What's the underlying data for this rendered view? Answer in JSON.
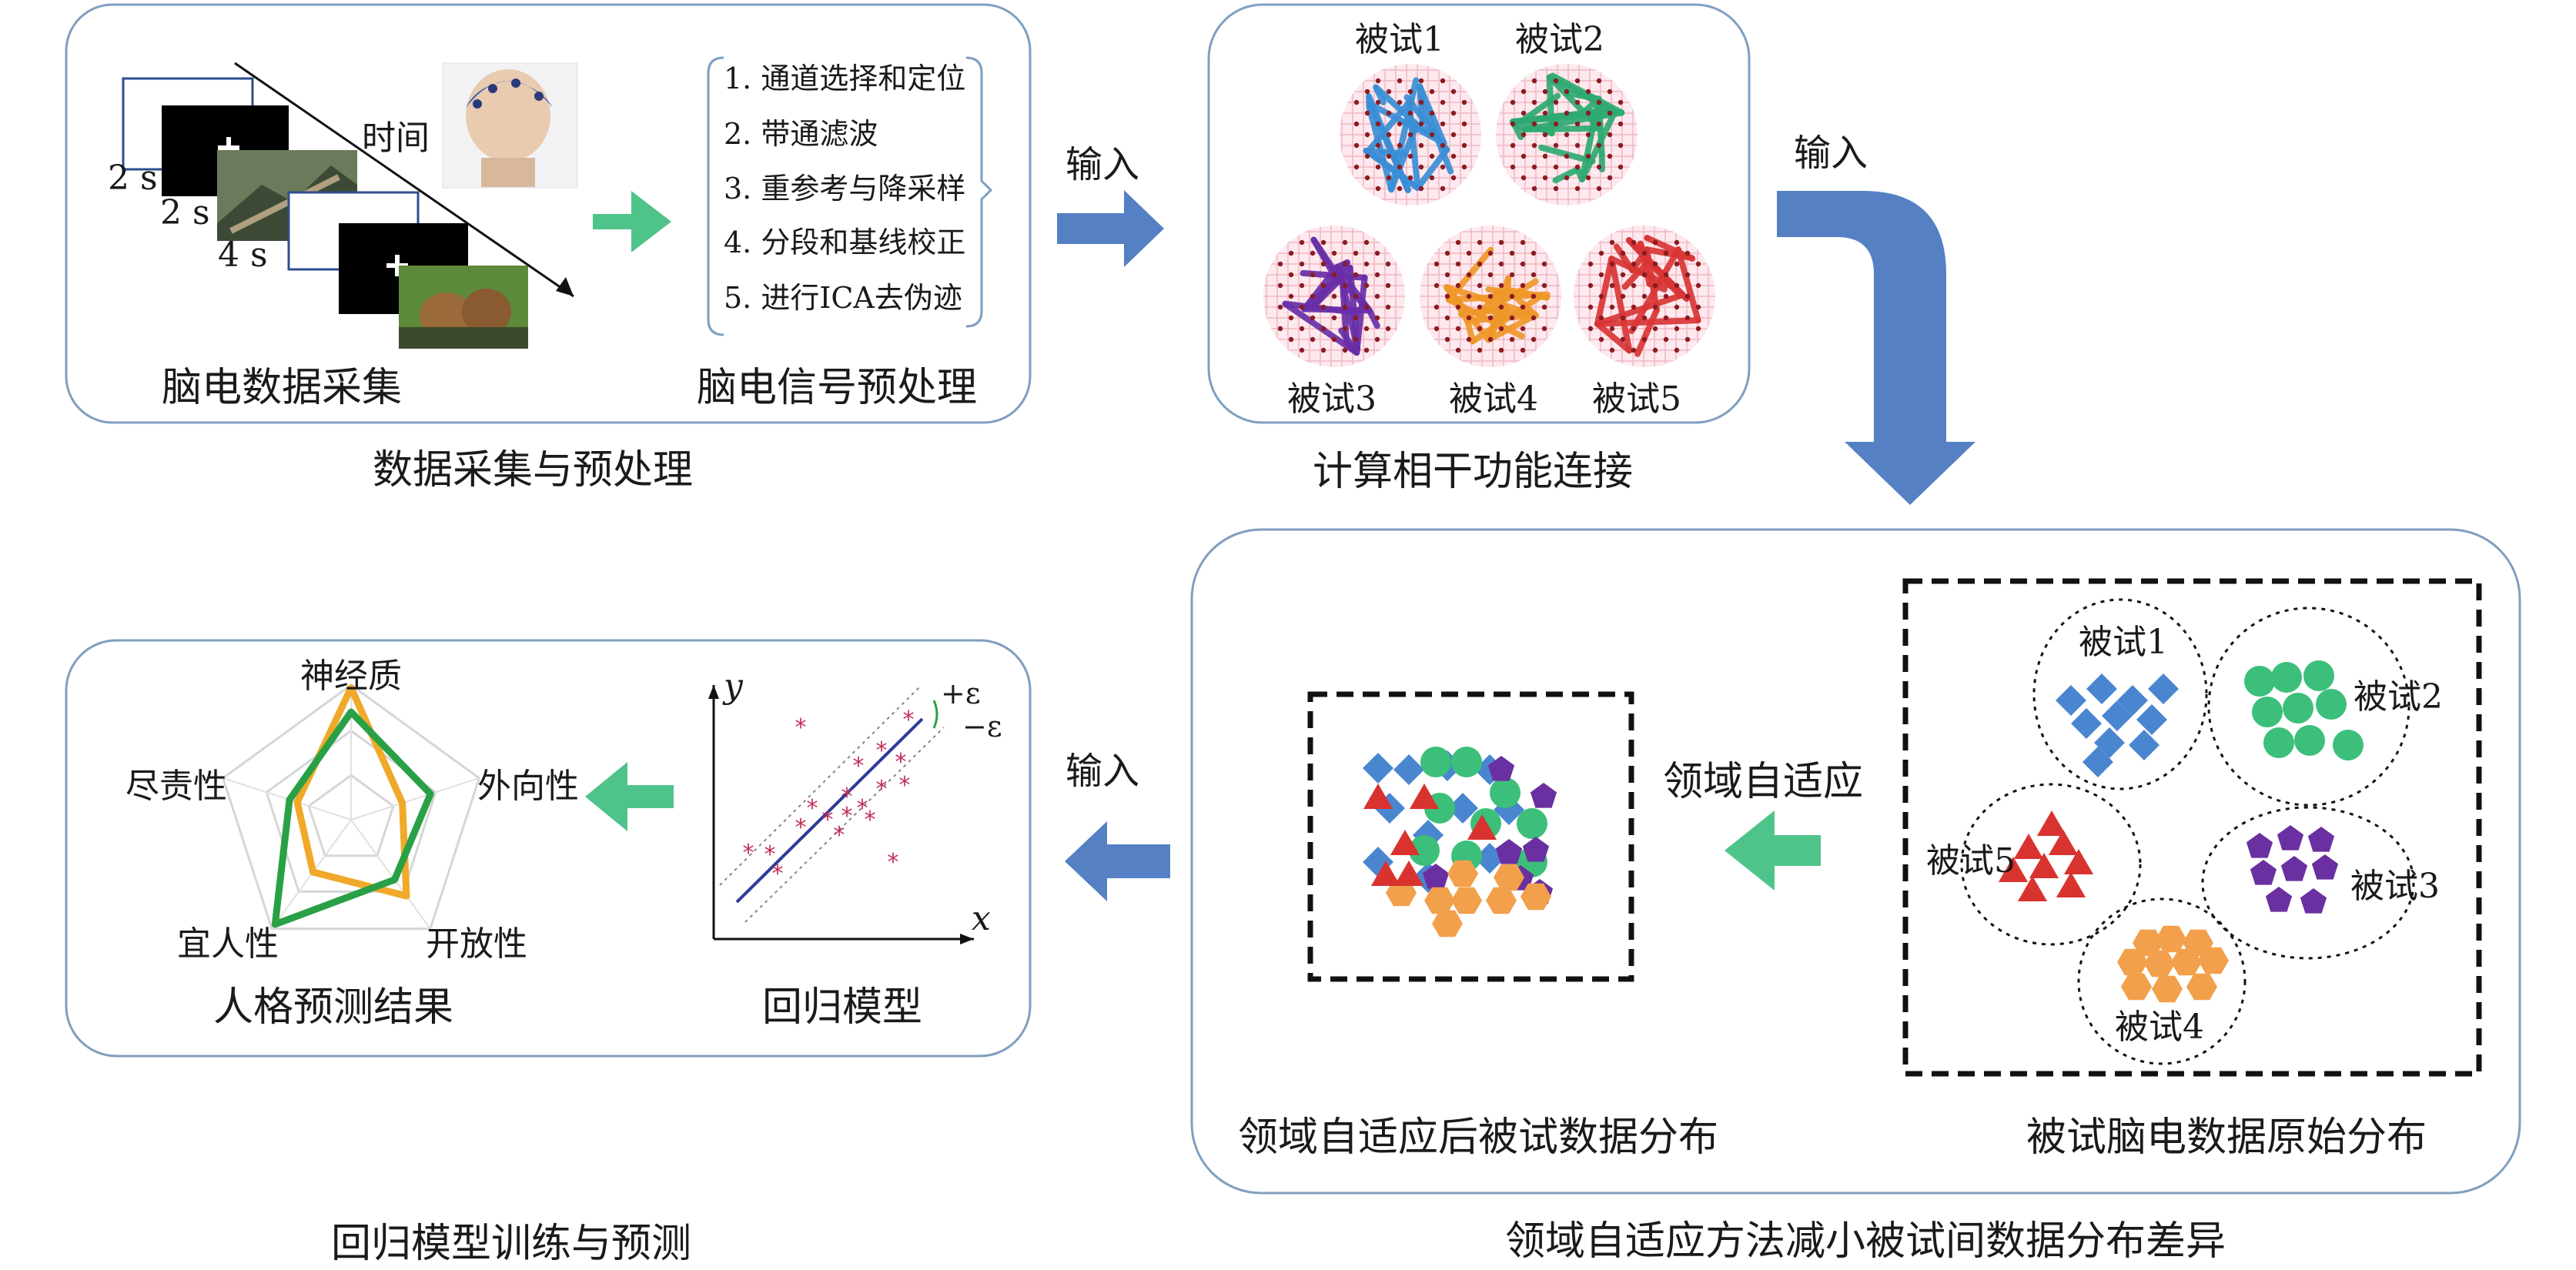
{
  "colors": {
    "panel_border": "#7f9fbf",
    "blue_arrow": "#5580c4",
    "green_arrow": "#4fc48a",
    "s1": "#3a8fd6",
    "s2": "#2faa72",
    "s3": "#6a2fa8",
    "s4": "#f0972b",
    "s5": "#d93636",
    "dot": "#8a1c22",
    "diamond": "#4a86d0",
    "circle": "#3cbf7a",
    "pentagon": "#6a2fa0",
    "hexagon": "#f2a04b",
    "triangle": "#d9332f",
    "radar_green": "#2aa046",
    "radar_orange": "#f0a928",
    "reg_line": "#2d3a9a",
    "reg_star": "#c0305a"
  },
  "icons": [
    "black-screen-cross-icon",
    "eeg-cap-photo-icon",
    "nature-photo-icon",
    "puppies-photo-icon",
    "green-arrow-icon",
    "blue-arrow-icon"
  ],
  "panel1": {
    "caption": "数据采集与预处理",
    "sub_left": "脑电数据采集",
    "sub_right": "脑电信号预处理",
    "time_label": "时间",
    "durations": [
      "2 s",
      "2 s",
      "4 s"
    ],
    "steps": [
      "1. 通道选择和定位",
      "2. 带通滤波",
      "3. 重参考与降采样",
      "4. 分段和基线校正",
      "5. 进行ICA去伪迹"
    ]
  },
  "panel2": {
    "caption": "计算相干功能连接",
    "subjects": [
      "被试1",
      "被试2",
      "被试3",
      "被试4",
      "被试5"
    ]
  },
  "panel3": {
    "caption": "领域自适应方法减小被试间数据分布差异",
    "left_label": "领域自适应后被试数据分布",
    "right_label": "被试脑电数据原始分布",
    "arrow_label": "领域自适应",
    "groups": [
      "被试1",
      "被试2",
      "被试3",
      "被试4",
      "被试5"
    ]
  },
  "panel4": {
    "caption": "回归模型训练与预测",
    "radar_title": "人格预测结果",
    "radar_axes": [
      "神经质",
      "外向性",
      "开放性",
      "宜人性",
      "尽责性"
    ],
    "radar_green": [
      0.8,
      0.62,
      0.55,
      0.96,
      0.48
    ],
    "radar_orange": [
      0.98,
      0.4,
      0.7,
      0.48,
      0.42
    ],
    "reg_title": "回归模型",
    "axis_y": "y",
    "axis_x": "x",
    "eps_plus": "+ε",
    "eps_minus": "−ε"
  },
  "arrows": {
    "input": "输入"
  }
}
